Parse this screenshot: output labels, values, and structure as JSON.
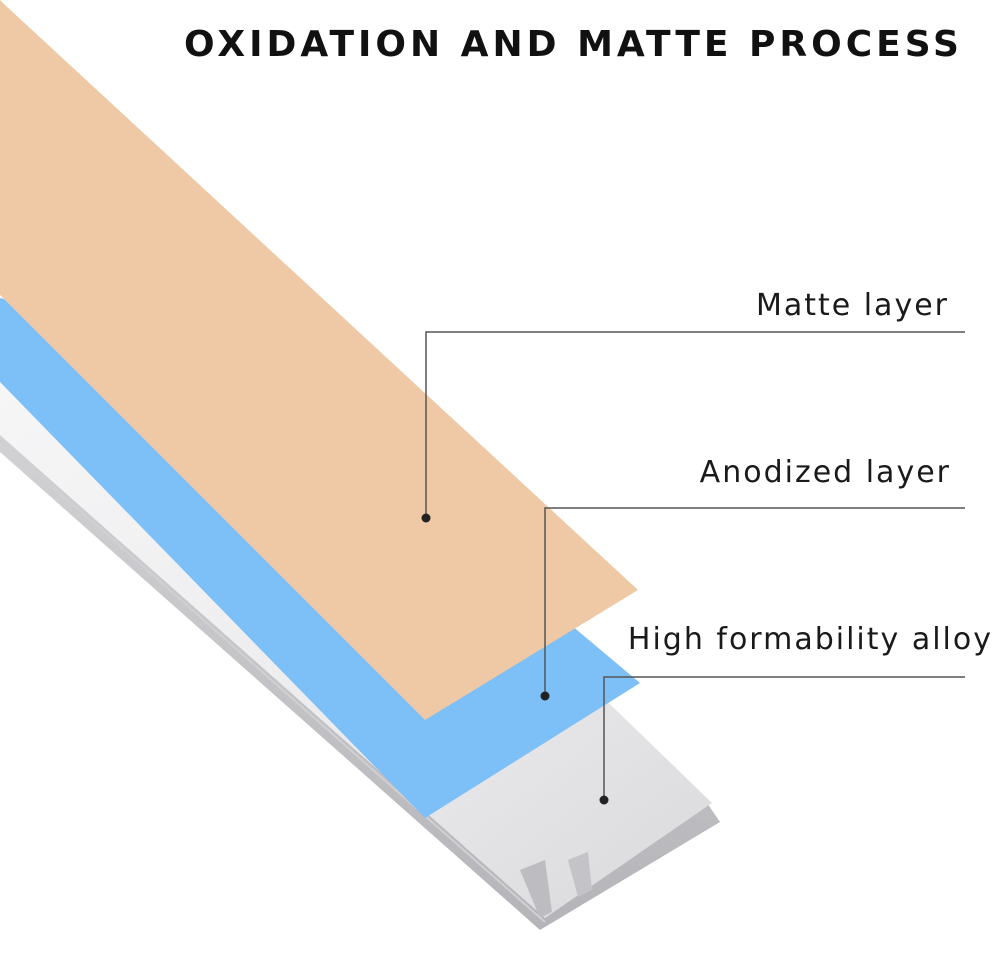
{
  "title": "OXIDATION AND MATTE PROCESS",
  "layers": [
    {
      "key": "matte",
      "label": "Matte layer",
      "color": "#efc9a5"
    },
    {
      "key": "anodized",
      "label": "Anodized layer",
      "color": "#7dbff7"
    },
    {
      "key": "alloy",
      "label": "High formability alloy",
      "color": "#e9e9eb"
    }
  ],
  "colors": {
    "background": "#ffffff",
    "leader_line": "#555555",
    "text": "#111111"
  }
}
